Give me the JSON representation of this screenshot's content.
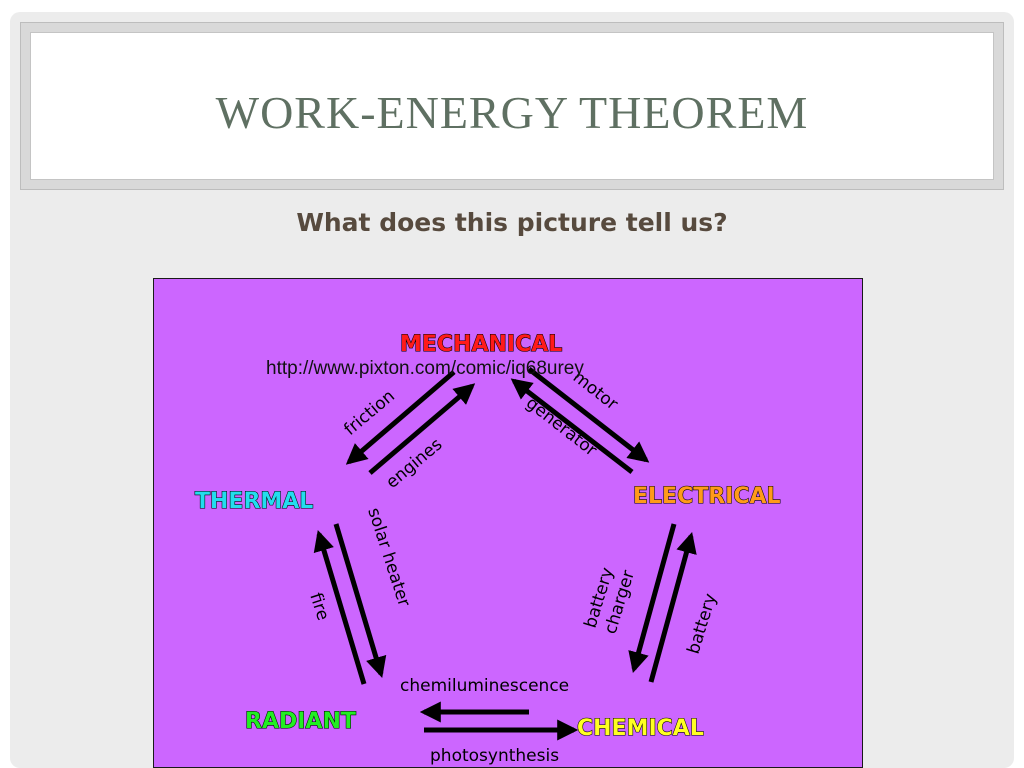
{
  "slide": {
    "title": "WORK-ENERGY THEOREM",
    "question": "What does this picture tell us?",
    "source_url": "http://www.pixton.com/comic/iq68urey"
  },
  "diagram": {
    "nodes": {
      "mechanical": "MECHANICAL",
      "thermal": "THERMAL",
      "electrical": "ELECTRICAL",
      "radiant": "RADIANT",
      "chemical": "CHEMICAL"
    },
    "processes": {
      "friction": "friction",
      "engines": "engines",
      "motor": "motor",
      "generator": "generator",
      "solar_heater": "solar heater",
      "fire": "fire",
      "battery_charger_line1": "battery",
      "battery_charger_line2": "charger",
      "battery": "battery",
      "chemiluminescence": "chemiluminescence",
      "photosynthesis": "photosynthesis"
    },
    "colors": {
      "background": "#cc66ff",
      "mechanical": "#ff1a1a",
      "thermal": "#22ddee",
      "electrical": "#ff9a1a",
      "radiant": "#22ee22",
      "chemical": "#ffff22"
    }
  }
}
